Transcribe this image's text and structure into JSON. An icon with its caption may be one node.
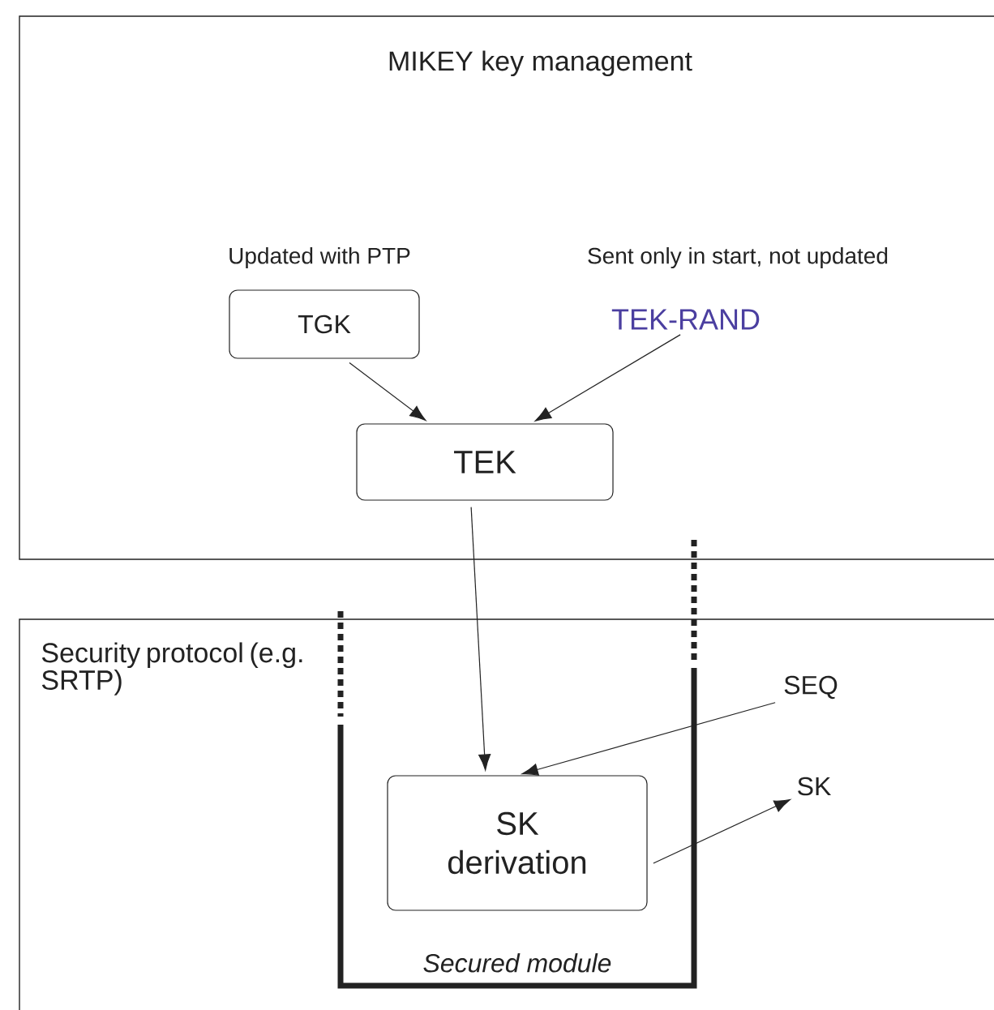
{
  "diagram": {
    "nodes": [
      {
        "text": [
          "MIKEY key management"
        ]
      },
      {
        "text": [
          "TGK"
        ],
        "beside": [
          "Updated with PTP"
        ],
        "in": 0
      },
      {
        "text": [
          "TEK-RAND"
        ],
        "beside": [
          "Sent only in start, not updated"
        ],
        "in": 0
      },
      {
        "text": [
          "TEK"
        ],
        "in": 0
      },
      {
        "text": [
          "Security protocol (e.g. SRTP)"
        ]
      },
      {
        "text": [
          "Secured module"
        ]
      },
      {
        "text": [
          "SK derivation"
        ],
        "in": 5
      },
      {
        "text": [
          "SEQ"
        ],
        "in": 4
      },
      {
        "text": [
          "SK"
        ],
        "in": 4
      }
    ],
    "edges": [
      {
        "from": 1,
        "to": 3,
        "arrow": "to"
      },
      {
        "from": 2,
        "to": 3,
        "arrow": "to"
      },
      {
        "from": 3,
        "to": 6,
        "arrow": "to"
      },
      {
        "from": 7,
        "to": 6,
        "arrow": "to"
      },
      {
        "from": 6,
        "to": 8,
        "arrow": "to"
      }
    ]
  }
}
